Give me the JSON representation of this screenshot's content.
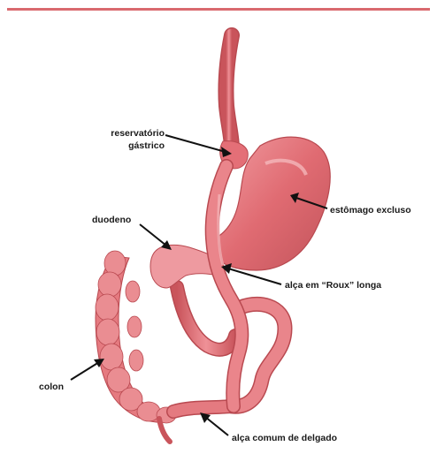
{
  "colors": {
    "rule": "#d9696e",
    "organ_fill": "#e26f76",
    "organ_dark": "#b94950",
    "organ_light": "#f3a5a9",
    "arrow": "#111111"
  },
  "labels": {
    "reservatorio_line1": "reservatório",
    "reservatorio_line2": "gástrico",
    "estomago_excluso": "estômago excluso",
    "duodeno": "duodeno",
    "alca_roux": "alça em “Roux” longa",
    "colon": "colon",
    "alca_comum": "alça comum de delgado"
  }
}
